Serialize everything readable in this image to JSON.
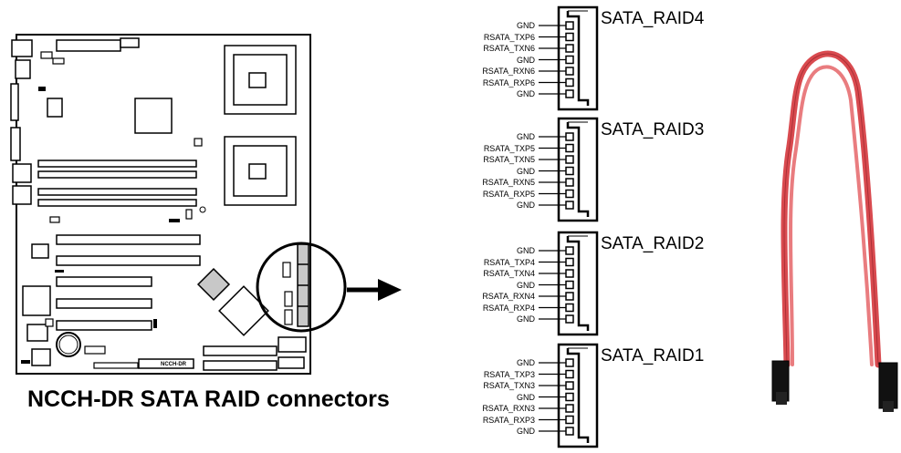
{
  "caption": "NCCH-DR SATA RAID connectors",
  "board_label": "NCCH-DR",
  "connectors": [
    {
      "name": "SATA_RAID4",
      "pins": [
        "GND",
        "RSATA_TXP6",
        "RSATA_TXN6",
        "GND",
        "RSATA_RXN6",
        "RSATA_RXP6",
        "GND"
      ]
    },
    {
      "name": "SATA_RAID3",
      "pins": [
        "GND",
        "RSATA_TXP5",
        "RSATA_TXN5",
        "GND",
        "RSATA_RXN5",
        "RSATA_RXP5",
        "GND"
      ]
    },
    {
      "name": "SATA_RAID2",
      "pins": [
        "GND",
        "RSATA_TXP4",
        "RSATA_TXN4",
        "GND",
        "RSATA_RXN4",
        "RSATA_RXP4",
        "GND"
      ]
    },
    {
      "name": "SATA_RAID1",
      "pins": [
        "GND",
        "RSATA_TXP3",
        "RSATA_TXN3",
        "GND",
        "RSATA_RXN3",
        "RSATA_RXP3",
        "GND"
      ]
    }
  ],
  "colors": {
    "cable": "#d94a4f",
    "cable_dark": "#8c1f26",
    "highlight_fill": "#c8c8c8",
    "line": "#000000"
  }
}
